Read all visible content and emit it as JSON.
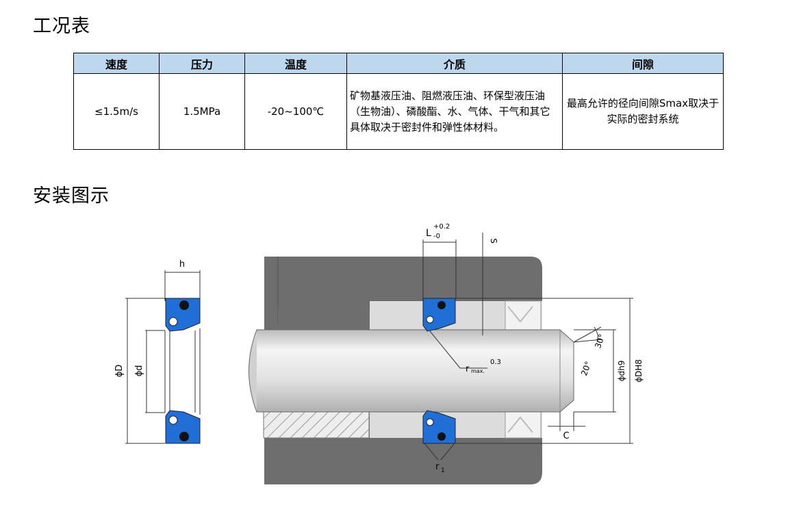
{
  "sections": {
    "working_conditions_title": "工况表",
    "installation_title": "安装图示"
  },
  "table": {
    "headers": [
      "速度",
      "压力",
      "温度",
      "介质",
      "间隙"
    ],
    "row": {
      "speed": "≤1.5m/s",
      "pressure": "1.5MPa",
      "temperature": "-20~100℃",
      "medium": "矿物基液压油、阻燃液压油、环保型液压油（生物油）、磷酸酯、水、气体、干气和其它具体取决于密封件和弹性体材料。",
      "clearance": "最高允许的径向间隙Smax取决于实际的密封系统"
    }
  },
  "diagram": {
    "labels": {
      "h": "h",
      "phi_D": "ϕD",
      "phi_d": "ϕd",
      "L": "L",
      "L_upper": "+0.2",
      "L_lower": "-0",
      "S": "S",
      "r": "r",
      "r_max": "max.",
      "r_value": "0.3",
      "r1": "r",
      "r1_sub": "1",
      "angle_30": "30°",
      "angle_20": "20°",
      "phi_dh9": "ϕdh9",
      "phi_DH8": "ϕDH8",
      "C": "C"
    },
    "colors": {
      "seal_blue": "#1f6fd6",
      "housing_gray": "#6e6e6e",
      "rod_light": "#e6e6e6",
      "oring_black": "#111111"
    }
  }
}
